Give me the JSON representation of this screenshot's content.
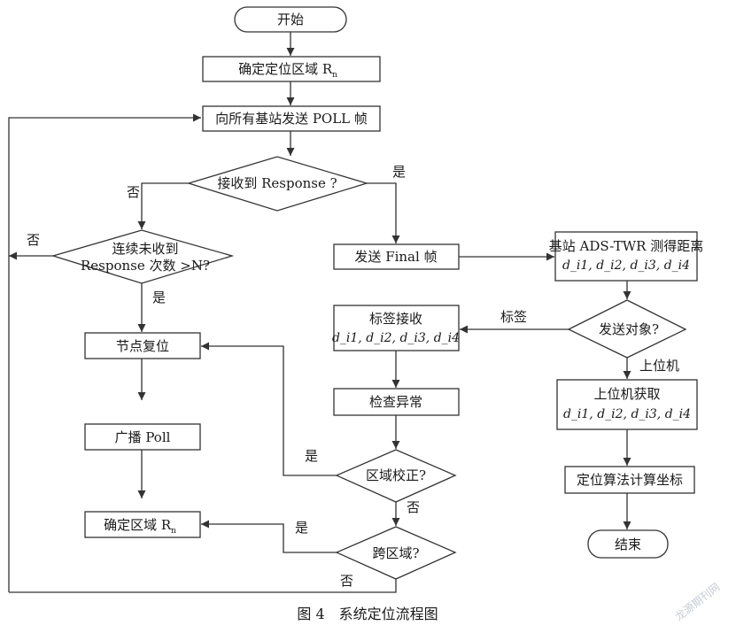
{
  "nodes": {
    "start": "开始",
    "define_region": "确定定位区域 R",
    "define_region_sub": "n",
    "send_poll": "向所有基站发送 POLL 帧",
    "recv_response": "接收到 Response ?",
    "consecutive_1": "连续未收到",
    "consecutive_2": "Response 次数 >N?",
    "send_final": "发送 Final 帧",
    "adstwr_1": "基站 ADS-TWR 测得距离",
    "adstwr_2": "d_i1, d_i2, d_i3, d_i4",
    "node_reset": "节点复位",
    "tag_recv_1": "标签接收",
    "tag_recv_2": "d_i1, d_i2, d_i3, d_i4",
    "send_target": "发送对象?",
    "check_abnormal": "检查异常",
    "host_get_1": "上位机获取",
    "host_get_2": "d_i1, d_i2, d_i3, d_i4",
    "broadcast_poll": "广播 Poll",
    "region_check": "区域校正?",
    "locate_calc": "定位算法计算坐标",
    "define_area": "确定区域 R",
    "define_area_sub": "n",
    "cross_region": "跨区域?",
    "end": "结束"
  },
  "edge_labels": {
    "yes": "是",
    "no": "否",
    "tag": "标签",
    "host": "上位机"
  },
  "caption": "图 4　系统定位流程图",
  "watermark": "龙源期刊网"
}
